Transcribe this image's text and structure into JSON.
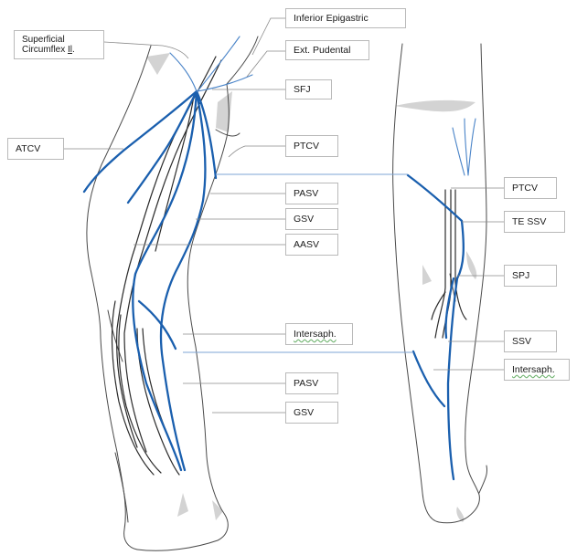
{
  "labels": {
    "superficial_circumflex": {
      "line1": "Superficial",
      "line2_pre": "Circumflex ",
      "line2_ul": "Il",
      "line2_post": "."
    },
    "inferior_epigastric": "Inferior Epigastric",
    "ext_pudental": "Ext. Pudental",
    "sfj": "SFJ",
    "atcv": "ATCV",
    "ptcv_left": "PTCV",
    "pasv_upper": "PASV",
    "gsv_upper": "GSV",
    "aasv": "AASV",
    "intersaph_left": "Intersaph.",
    "pasv_lower": "PASV",
    "gsv_lower": "GSV",
    "ptcv_right": "PTCV",
    "te_ssv": "TE SSV",
    "spj": "SPJ",
    "ssv": "SSV",
    "intersaph_right": "Intersaph."
  },
  "colors": {
    "vein_blue": "#1a5fae",
    "tributary_blue": "#4a84c8",
    "outline": "#4a4a4a",
    "label_border": "#b9b9b9"
  }
}
